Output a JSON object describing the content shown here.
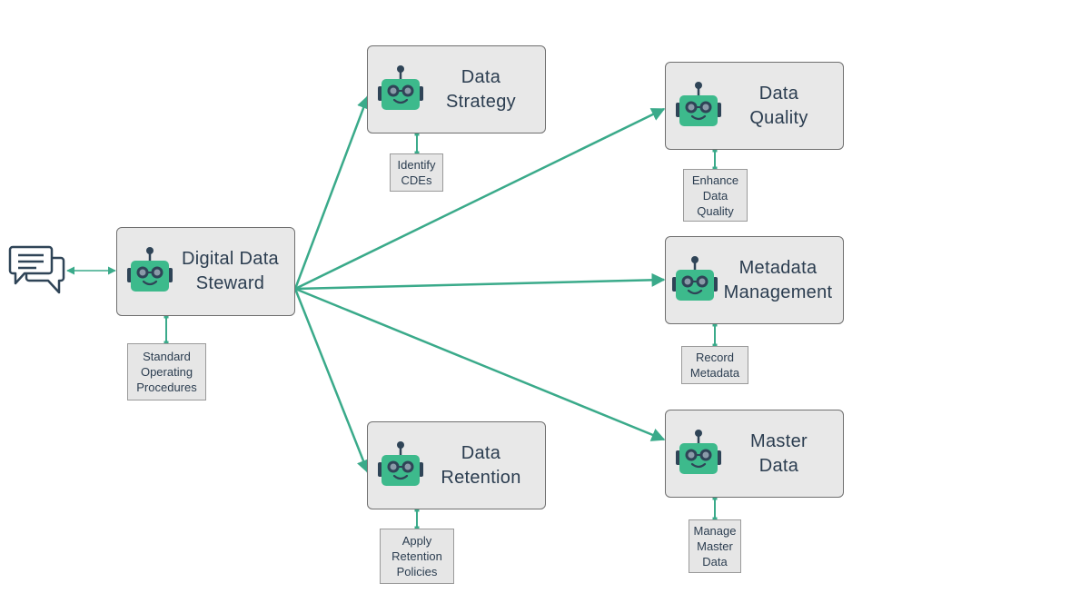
{
  "colors": {
    "connector": "#3aaa8a",
    "robot_body": "#3dba8c",
    "robot_dark": "#2f4457",
    "node_fill": "#e8e8e8",
    "text": "#2b3d50"
  },
  "icons": {
    "chat": "chat-bubbles-icon",
    "agent": "robot-icon"
  },
  "agents": {
    "steward": {
      "line1": "Digital Data",
      "line2": "Steward"
    },
    "strategy": {
      "line1": "Data",
      "line2": "Strategy"
    },
    "quality": {
      "line1": "Data",
      "line2": "Quality"
    },
    "metadata": {
      "line1": "Metadata",
      "line2": "Management"
    },
    "master": {
      "line1": "Master",
      "line2": "Data"
    },
    "retention": {
      "line1": "Data",
      "line2": "Retention"
    }
  },
  "tasks": {
    "steward": [
      "Standard",
      "Operating",
      "Procedures"
    ],
    "strategy": [
      "Identify",
      "CDEs"
    ],
    "quality": [
      "Enhance",
      "Data",
      "Quality"
    ],
    "metadata": [
      "Record",
      "Metadata"
    ],
    "master": [
      "Manage",
      "Master",
      "Data"
    ],
    "retention": [
      "Apply",
      "Retention",
      "Policies"
    ]
  }
}
